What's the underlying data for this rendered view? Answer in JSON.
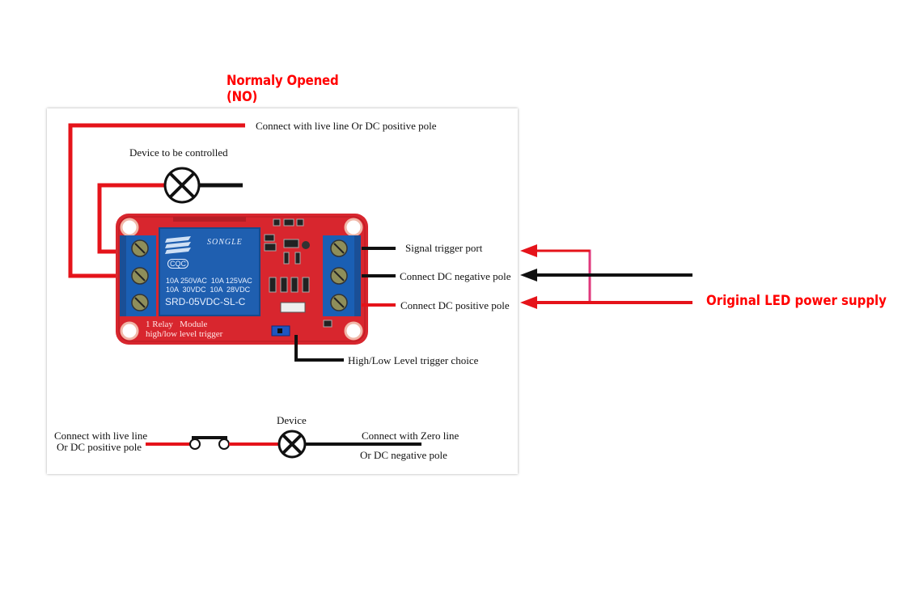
{
  "title": "Normaly Opened (NO)",
  "labels": {
    "live_top": "Connect with live line Or DC positive pole",
    "device_controlled": "Device to be controlled",
    "signal_trigger": "Signal trigger port",
    "dc_negative": "Connect DC negative pole",
    "dc_positive": "Connect DC positive pole",
    "trigger_choice": "High/Low Level trigger choice",
    "bottom_live_1": "Connect with live line",
    "bottom_live_2": "Or DC positive pole",
    "bottom_device": "Device",
    "bottom_zero_1": "Connect with Zero line",
    "bottom_zero_2": "Or DC negative pole"
  },
  "external_label": "Original LED power supply",
  "relay": {
    "brand": "SONGLE",
    "cert": "CQC",
    "rating_1": "10A 250VAC  10A 125VAC",
    "rating_2": "10A  30VDC  10A  28VDC",
    "model": "SRD-05VDC-SL-C",
    "module_1": "1 Relay   Module",
    "module_2": "high/low level trigger"
  },
  "colors": {
    "wire_red": "#e5131a",
    "wire_black": "#111111",
    "pcb": "#d8262e",
    "relay_blue": "#1f5fb0",
    "terminal_blue": "#1a5fb4",
    "accent_pink": "#e0387c",
    "title_red": "#ff0000"
  }
}
